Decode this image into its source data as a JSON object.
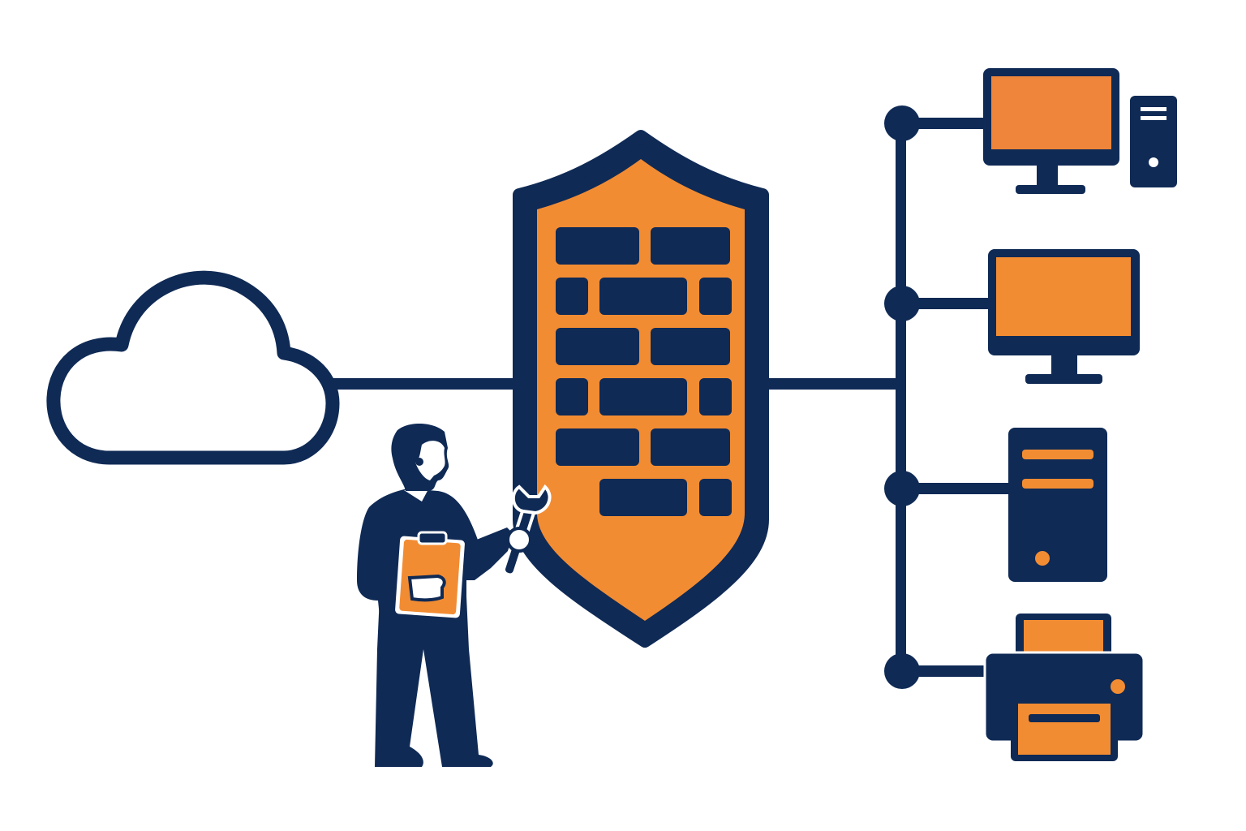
{
  "colors": {
    "navy": "#0f2a55",
    "orange": "#f28c33",
    "orange_dark": "#ee853a",
    "background": "#ffffff"
  },
  "diagram": {
    "internet": {
      "icon": "cloud-icon"
    },
    "firewall": {
      "icon": "brick-wall-shield-icon"
    },
    "technician": {
      "icon": "technician-with-clipboard-and-wrench",
      "tools": [
        "clipboard",
        "wrench"
      ]
    },
    "bus": {
      "node_count": 4
    },
    "devices": [
      {
        "icon": "desktop-computer-icon"
      },
      {
        "icon": "monitor-icon"
      },
      {
        "icon": "server-tower-icon"
      },
      {
        "icon": "printer-icon"
      }
    ]
  }
}
